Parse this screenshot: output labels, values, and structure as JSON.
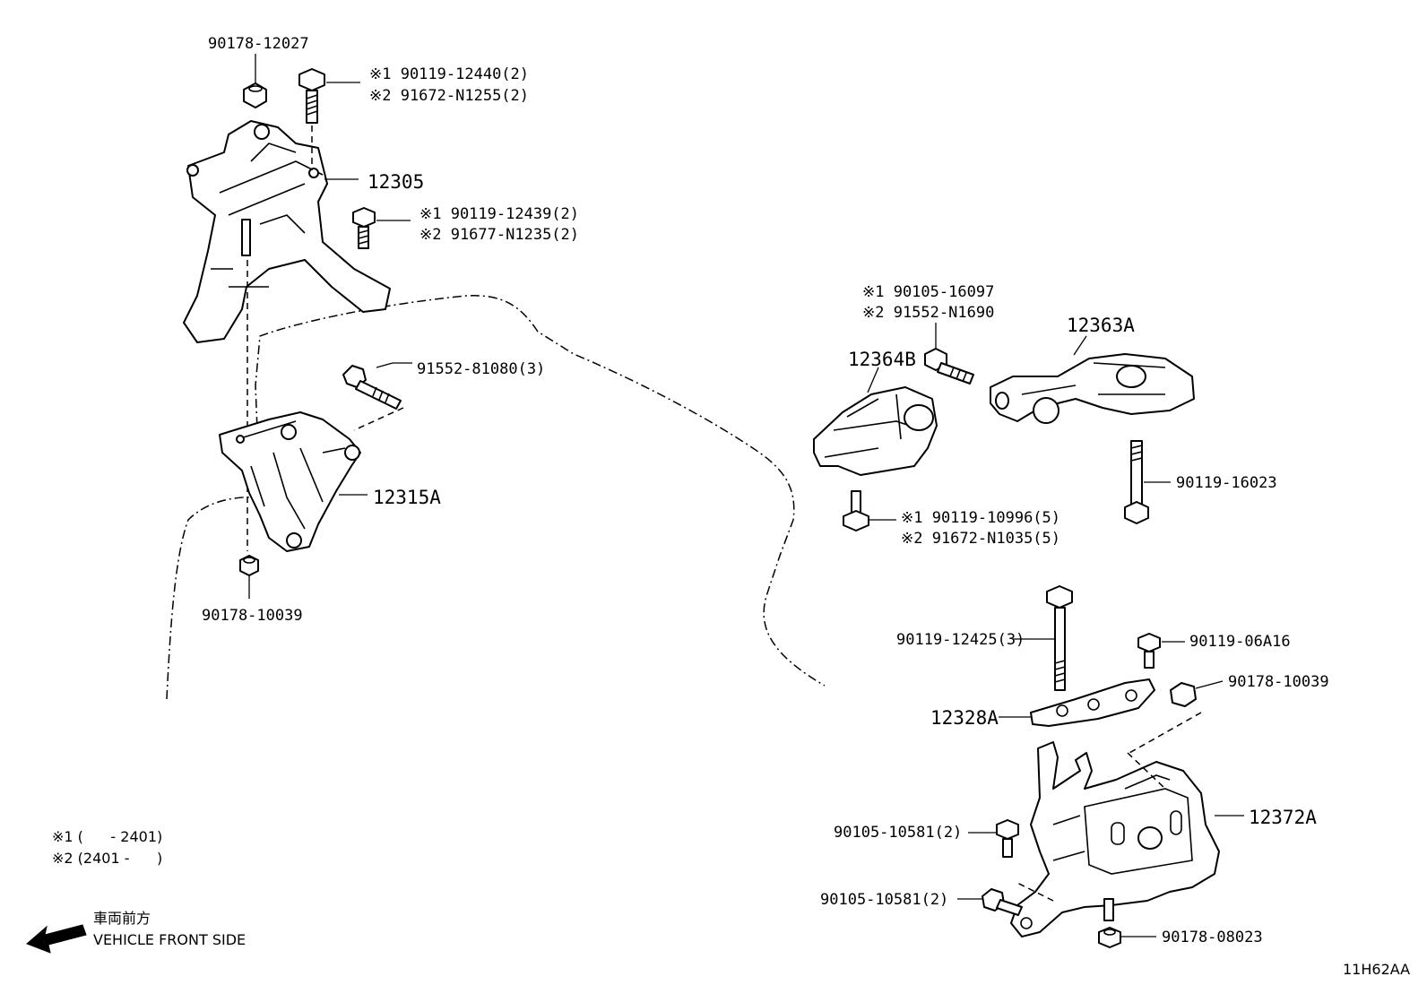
{
  "diagram_code": "11H62AA",
  "legend": {
    "note1": "※1 (      - 2401)",
    "note2": "※2 (2401 -      )",
    "front_jp": "車両前方",
    "front_en": "VEHICLE FRONT SIDE"
  },
  "callouts": {
    "nut_top_left": "90178-12027",
    "bolt_a_1": "※1 90119-12440(2)",
    "bolt_a_2": "※2 91672-N1255(2)",
    "mount_12305": "12305",
    "bolt_b_1": "※1 90119-12439(2)",
    "bolt_b_2": "※2 91677-N1235(2)",
    "bolt_91552": "91552-81080(3)",
    "bracket_12315A": "12315A",
    "nut_bottom_left": "90178-10039",
    "bolt_c_1": "※1 90105-16097",
    "bolt_c_2": "※2 91552-N1690",
    "rod_12363A": "12363A",
    "mount_12364B": "12364B",
    "bolt_16023": "90119-16023",
    "bolt_d_1": "※1 90119-10996(5)",
    "bolt_d_2": "※2 91672-N1035(5)",
    "bolt_12425": "90119-12425(3)",
    "bolt_06A16": "90119-06A16",
    "nut_right_10039": "90178-10039",
    "bracket_12328A": "12328A",
    "mount_12372A": "12372A",
    "bolt_10581_a": "90105-10581(2)",
    "bolt_10581_b": "90105-10581(2)",
    "nut_08023": "90178-08023"
  }
}
